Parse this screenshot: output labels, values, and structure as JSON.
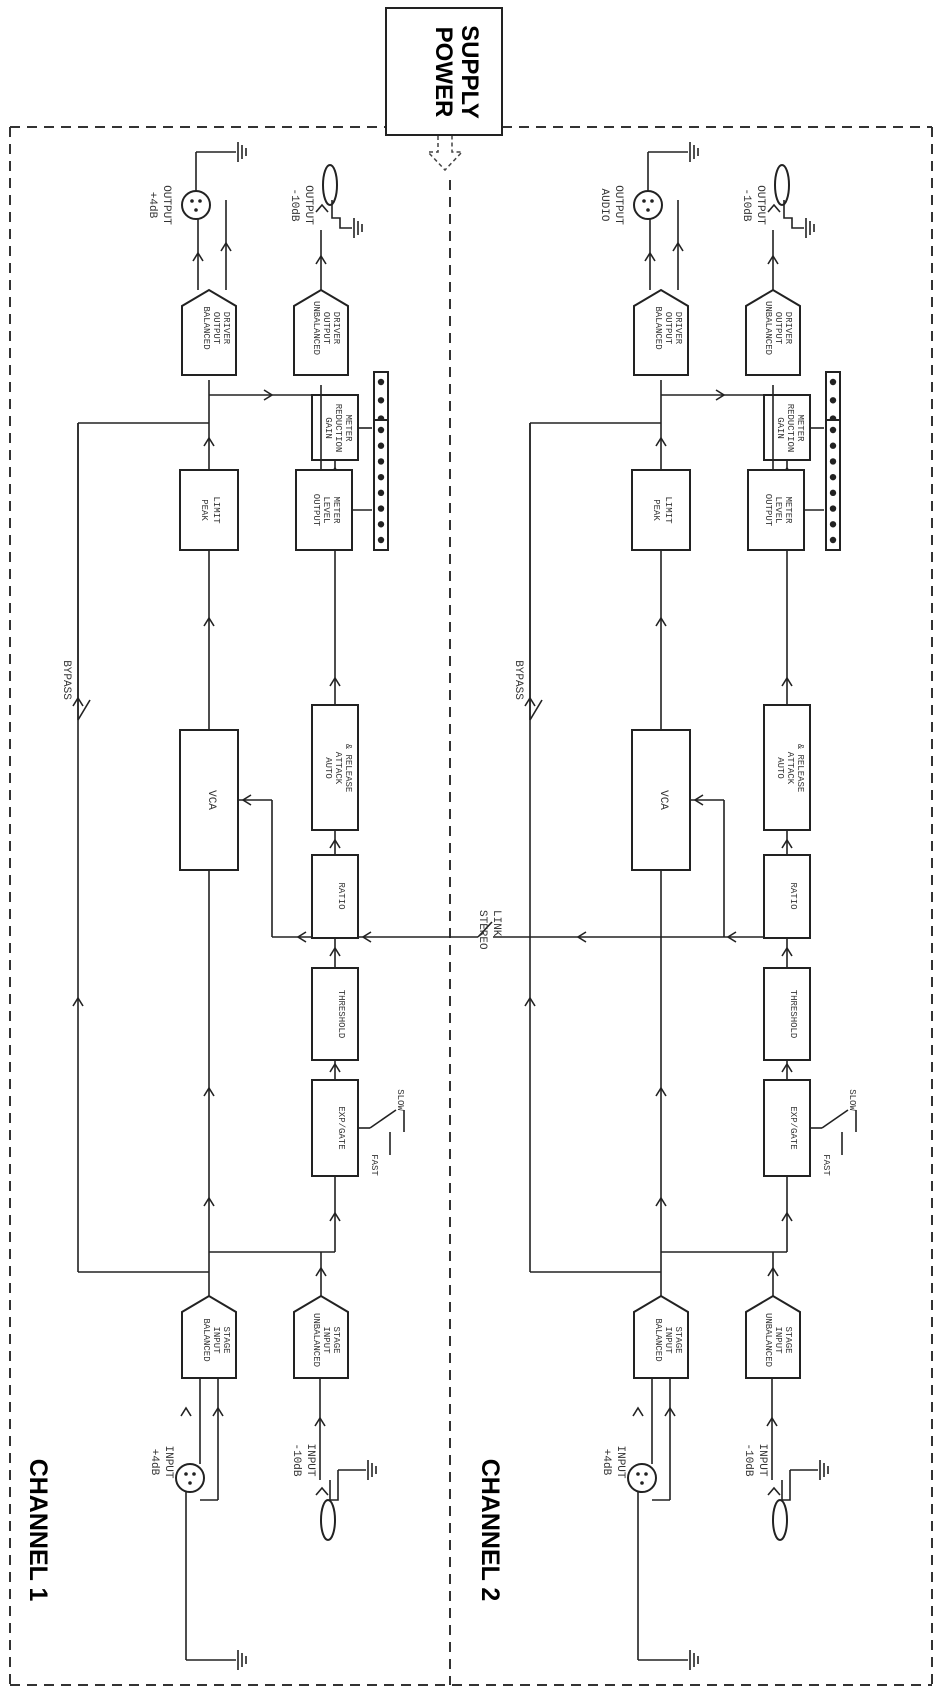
{
  "power_supply": {
    "line1": "POWER",
    "line2": "SUPPLY"
  },
  "stereo_link": {
    "line1": "STEREO",
    "line2": "LINK"
  },
  "channels": [
    {
      "title": "CHANNEL 1",
      "input_bal": [
        "+4dB",
        "INPUT"
      ],
      "input_unbal": [
        "-10dB",
        "INPUT"
      ],
      "bal_input_stage": [
        "BALANCED",
        "INPUT",
        "STAGE"
      ],
      "unbal_input_stage": [
        "UNBALANCED",
        "INPUT",
        "STAGE"
      ],
      "expgate": "EXP/GATE",
      "fast": "FAST",
      "slow": "SLOW",
      "threshold": "THRESHOLD",
      "ratio": "RATIO",
      "auto": [
        "AUTO",
        "ATTACK",
        "& RELEASE"
      ],
      "vca": "VCA",
      "gain_meter": [
        "GAIN",
        "REDUCTION",
        "METER"
      ],
      "bypass": "BYPASS",
      "peak": [
        "PEAK",
        "LIMIT"
      ],
      "out_meter": [
        "OUTPUT",
        "LEVEL",
        "METER"
      ],
      "bal_out_driver": [
        "BALANCED",
        "OUTPUT",
        "DRIVER"
      ],
      "unbal_out_driver": [
        "UNBALANCED",
        "OUTPUT",
        "DRIVER"
      ],
      "output_bal": [
        "+4dB",
        "OUTPUT"
      ],
      "output_unbal": [
        "-10dB",
        "OUTPUT"
      ]
    },
    {
      "title": "CHANNEL 2",
      "input_bal": [
        "+4dB",
        "INPUT"
      ],
      "input_unbal": [
        "-10dB",
        "INPUT"
      ],
      "bal_input_stage": [
        "BALANCED",
        "INPUT",
        "STAGE"
      ],
      "unbal_input_stage": [
        "UNBALANCED",
        "INPUT",
        "STAGE"
      ],
      "expgate": "EXP/GATE",
      "fast": "FAST",
      "slow": "SLOW",
      "threshold": "THRESHOLD",
      "ratio": "RATIO",
      "auto": [
        "AUTO",
        "ATTACK",
        "& RELEASE"
      ],
      "vca": "VCA",
      "gain_meter": [
        "GAIN",
        "REDUCTION",
        "METER"
      ],
      "bypass": "BYPASS",
      "peak": [
        "PEAK",
        "LIMIT"
      ],
      "out_meter": [
        "OUTPUT",
        "LEVEL",
        "METER"
      ],
      "bal_out_driver": [
        "BALANCED",
        "OUTPUT",
        "DRIVER"
      ],
      "unbal_out_driver": [
        "UNBALANCED",
        "OUTPUT",
        "DRIVER"
      ],
      "output_bal": [
        "AUDIO",
        "OUTPUT"
      ],
      "output_unbal": [
        "-10dB",
        "OUTPUT"
      ]
    }
  ]
}
